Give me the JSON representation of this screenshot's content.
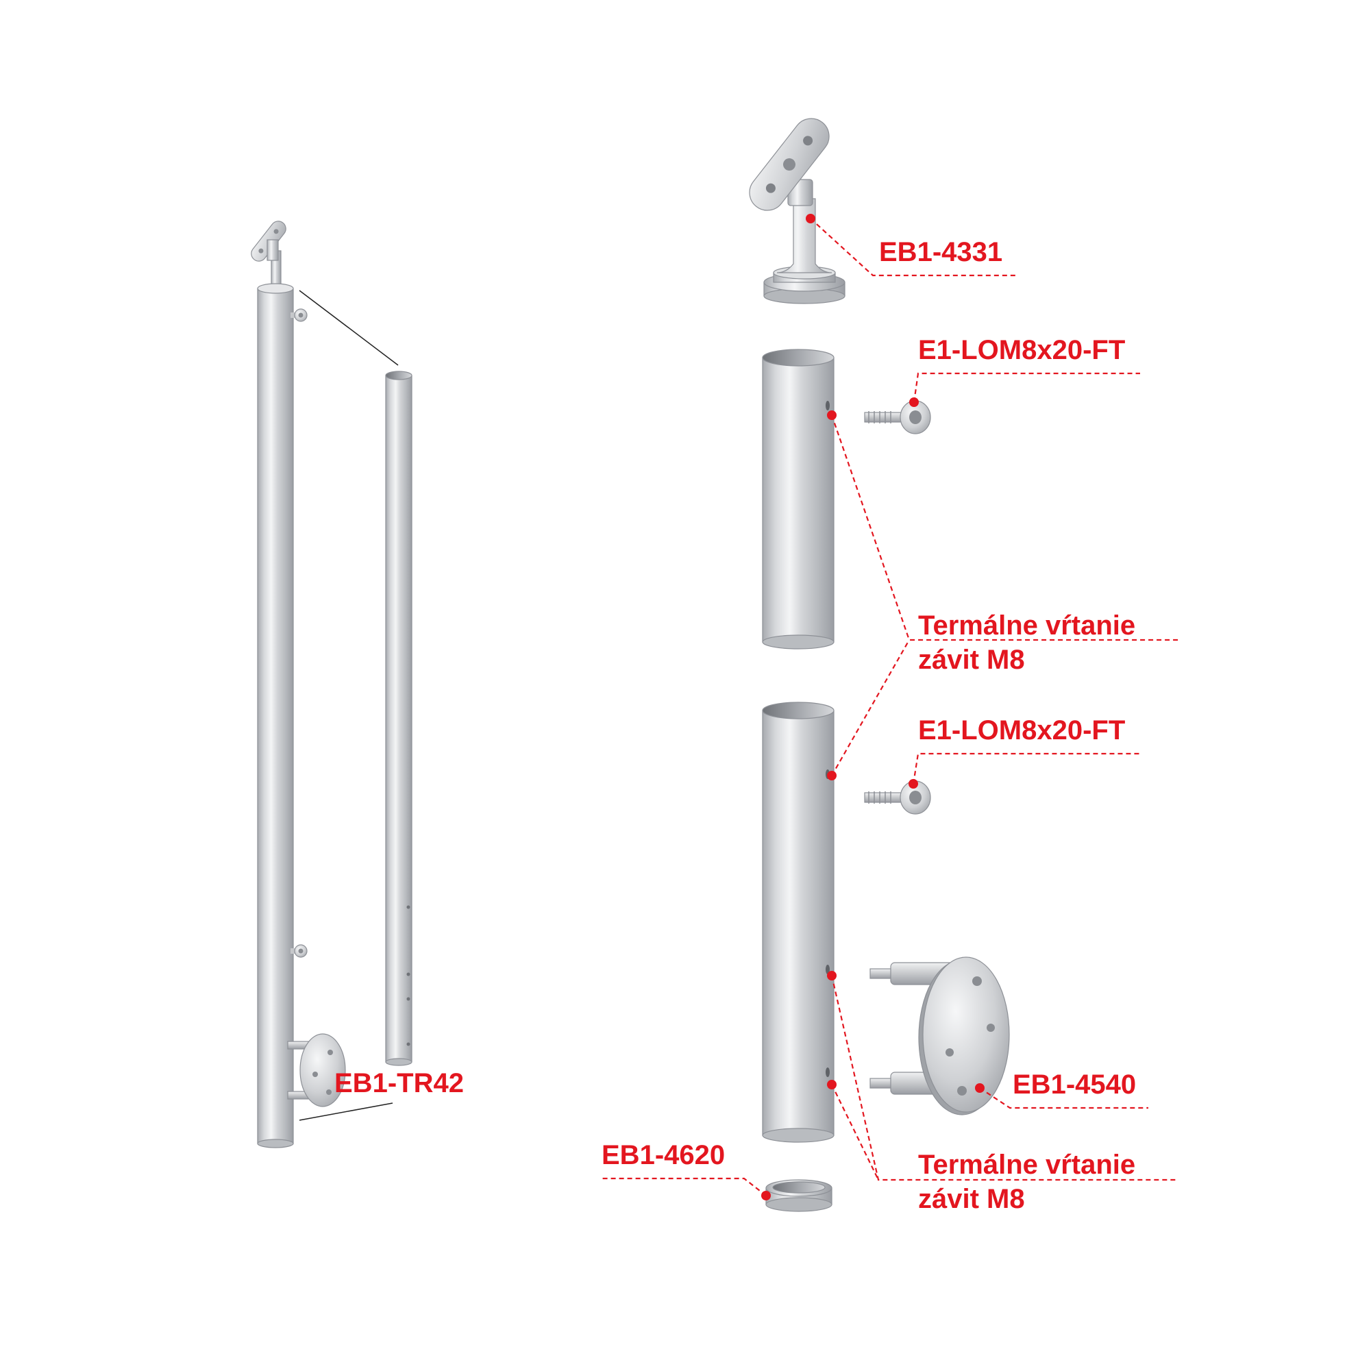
{
  "labels": {
    "post": "EB1-TR42",
    "handrail_support": "EB1-4331",
    "eye_bolt_top": "E1-LOM8x20-FT",
    "thermal_drill_top_line1": "Termálne vŕtanie",
    "thermal_drill_top_line2": "závit M8",
    "eye_bolt_bottom": "E1-LOM8x20-FT",
    "flange": "EB1-4540",
    "end_cap": "EB1-4620",
    "thermal_drill_bottom_line1": "Termálne vŕtanie",
    "thermal_drill_bottom_line2": "závit M8"
  },
  "colors": {
    "accent": "#e3161f",
    "metal_dark": "#9a9da3",
    "metal_light": "#eef0f2"
  }
}
